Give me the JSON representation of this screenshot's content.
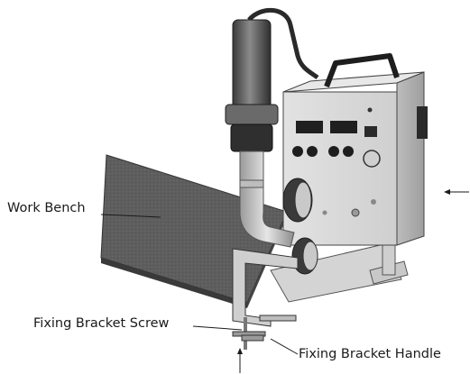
{
  "labels": {
    "work_bench": "Work Bench",
    "fixing_bracket_screw": "Fixing Bracket Screw",
    "fixing_bracket_handle": "Fixing Bracket Handle"
  },
  "colors": {
    "bench_top": "#5b5b5b",
    "bench_edge": "#3a3a3a",
    "machine_body": "#d8d8d8",
    "heat_gun": "#4a4a4a",
    "outline": "#222222",
    "text": "#1a1a1a"
  }
}
